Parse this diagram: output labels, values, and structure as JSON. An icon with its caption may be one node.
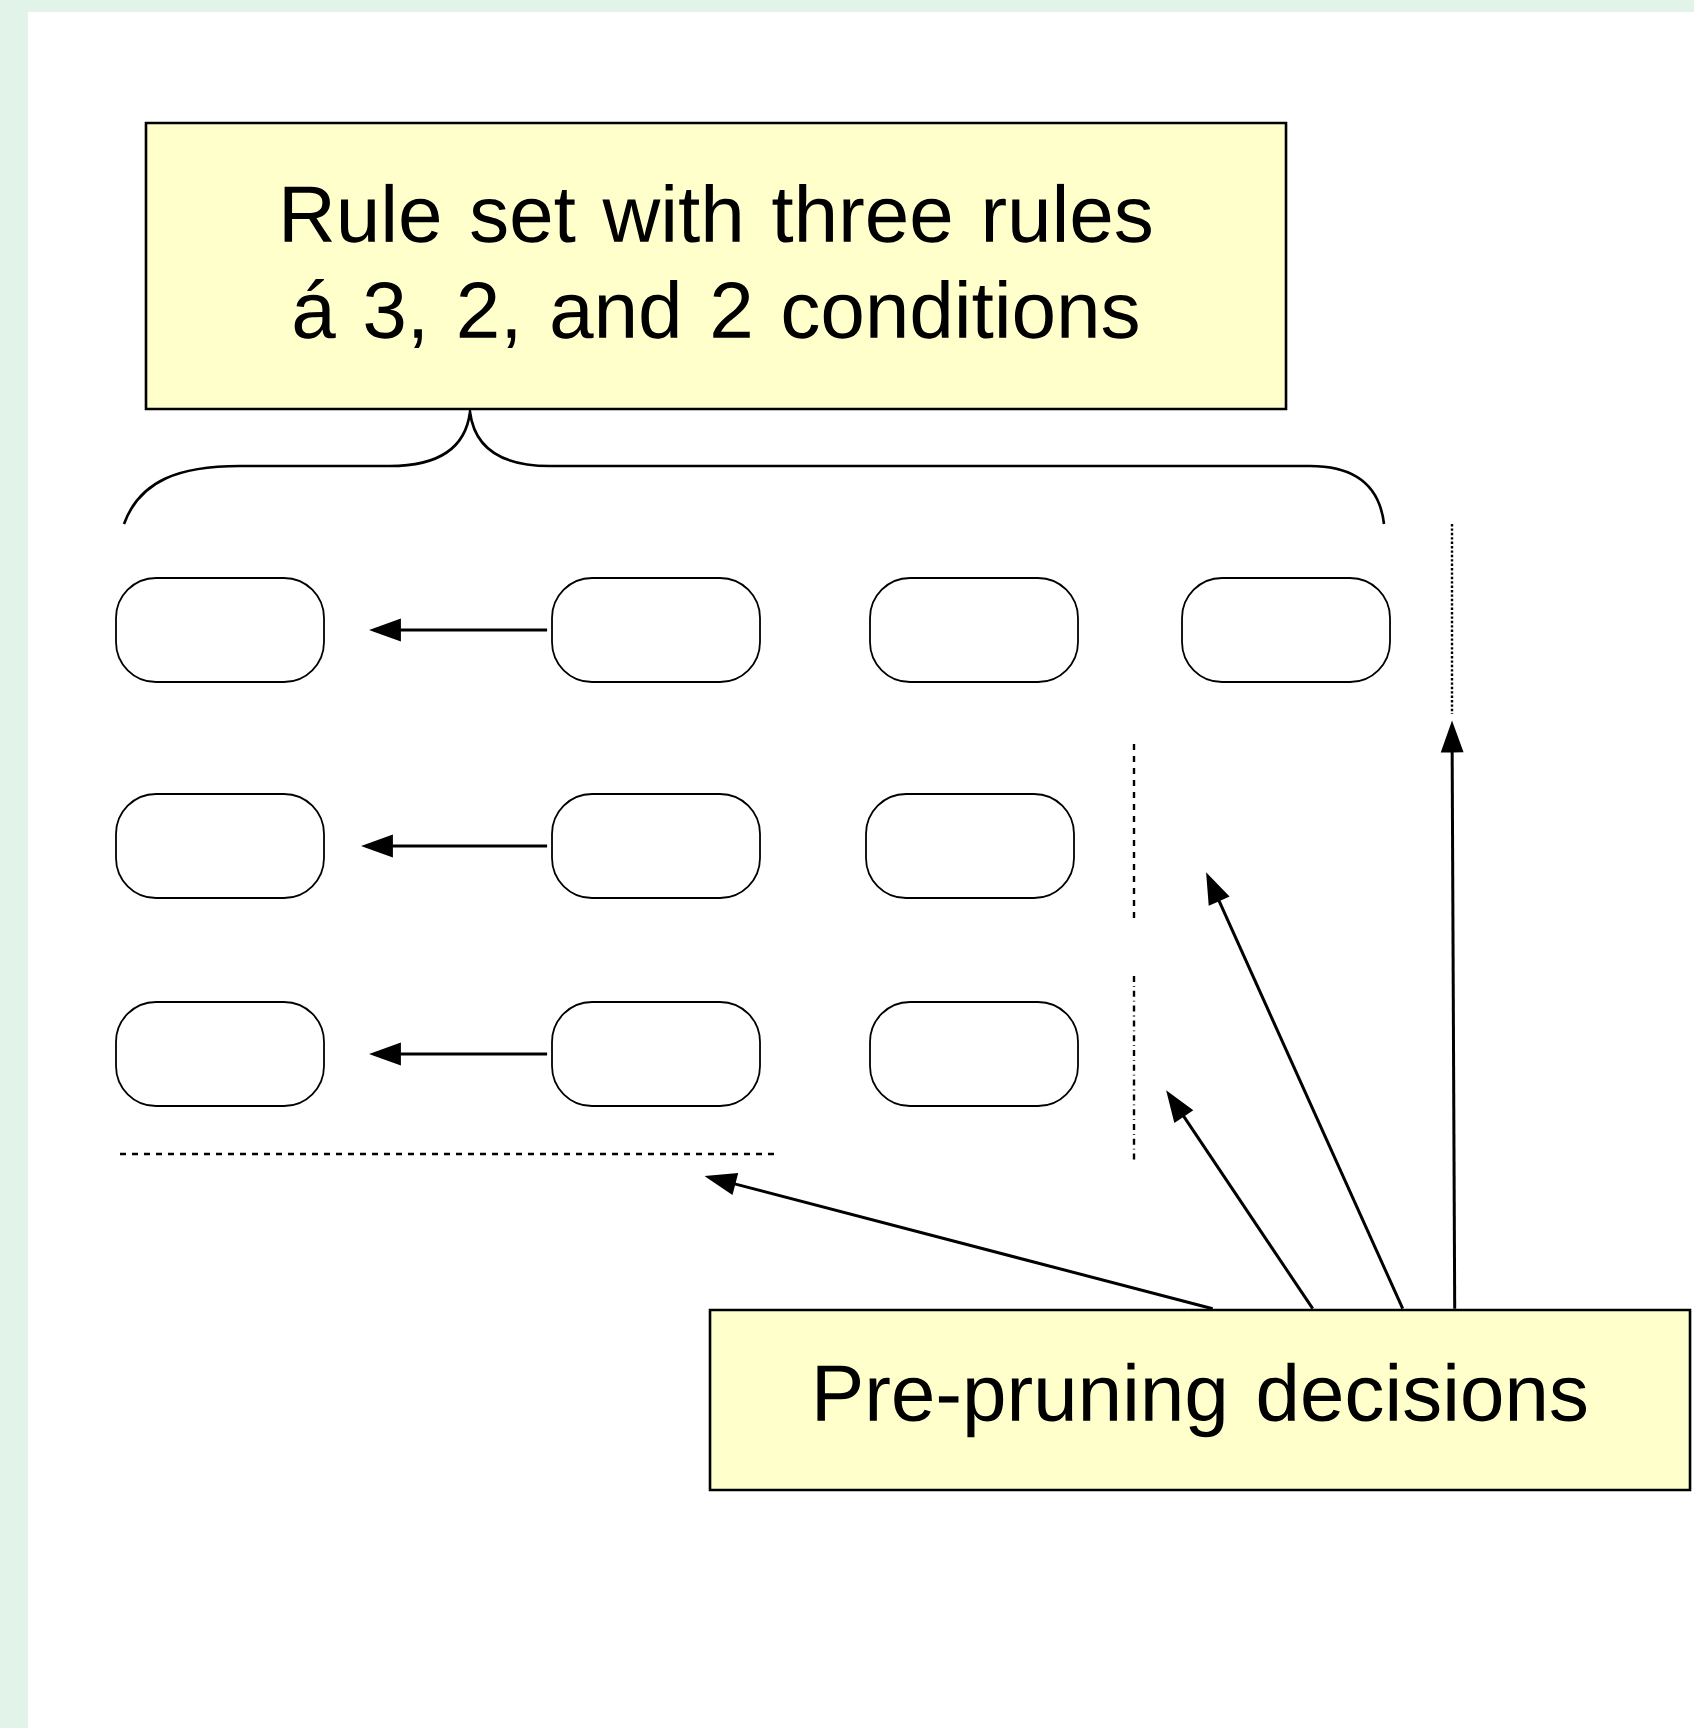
{
  "diagram": {
    "nodes": [
      {
        "text": [
          "Rule set with three rules á 3, 2, and 2 conditions"
        ]
      },
      {
        "text": [],
        "shape": "box"
      },
      {
        "text": [],
        "shape": "box"
      },
      {
        "text": [],
        "shape": "box"
      },
      {
        "text": [],
        "shape": "box"
      },
      {
        "text": [],
        "shape": "box"
      },
      {
        "text": [],
        "shape": "box"
      },
      {
        "text": [],
        "shape": "box"
      },
      {
        "text": [],
        "shape": "box"
      },
      {
        "text": [],
        "shape": "box"
      },
      {
        "text": [],
        "shape": "box"
      },
      {
        "text": [],
        "shape": "line"
      },
      {
        "text": [],
        "shape": "line"
      },
      {
        "text": [],
        "shape": "line"
      },
      {
        "text": [],
        "shape": "line"
      },
      {
        "text": [
          "Pre-pruning decisions"
        ]
      }
    ],
    "edges": [
      {
        "from": 2,
        "to": 1,
        "arrow": "to"
      },
      {
        "from": 6,
        "to": 5,
        "arrow": "to"
      },
      {
        "from": 9,
        "to": 8,
        "arrow": "to"
      },
      {
        "from": 15,
        "to": 11,
        "arrow": "to"
      },
      {
        "from": 15,
        "to": 13,
        "arrow": "to"
      },
      {
        "from": 15,
        "to": 12,
        "arrow": "to"
      },
      {
        "from": 15,
        "to": 14,
        "arrow": "to"
      }
    ]
  }
}
